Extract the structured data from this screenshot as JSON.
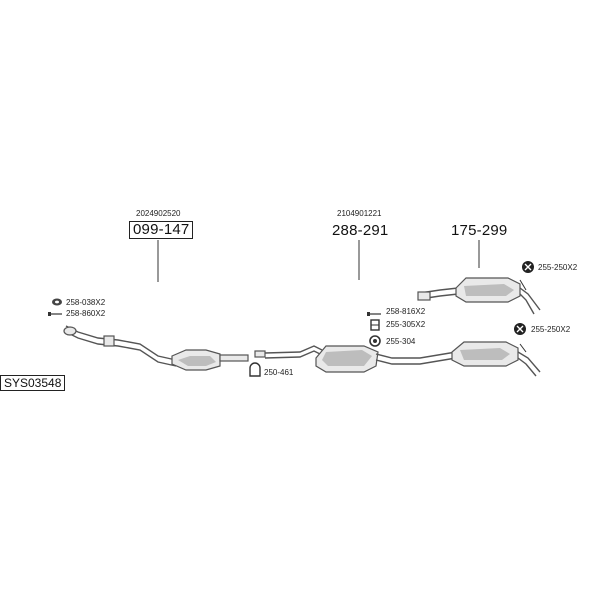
{
  "system_id": "SYS03548",
  "components": [
    {
      "part_number": "099-147",
      "oem_number": "2024902520"
    },
    {
      "part_number": "288-291",
      "oem_number": "2104901221"
    },
    {
      "part_number": "175-299",
      "oem_number": ""
    }
  ],
  "accessories": [
    {
      "code": "258-038X2",
      "icon": "rubber-mount-icon"
    },
    {
      "code": "258-860X2",
      "icon": "bolt-icon"
    },
    {
      "code": "250-461",
      "icon": "clamp-icon"
    },
    {
      "code": "258-816X2",
      "icon": "bolt-icon"
    },
    {
      "code": "255-305X2",
      "icon": "bracket-icon"
    },
    {
      "code": "255-304",
      "icon": "clamp-icon"
    },
    {
      "code": "255-250X2",
      "icon": "hanger-icon"
    },
    {
      "code": "255-250X2",
      "icon": "hanger-icon"
    }
  ]
}
